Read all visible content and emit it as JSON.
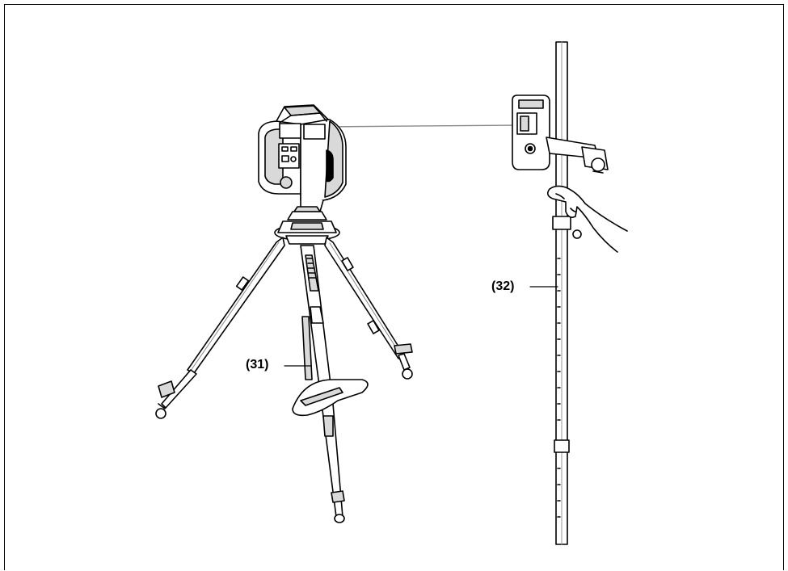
{
  "figure": {
    "callouts": [
      {
        "id": "31",
        "label": "(31)",
        "target": "tripod"
      },
      {
        "id": "32",
        "label": "(32)",
        "target": "leveling-staff"
      }
    ],
    "line_color": "#000000",
    "fill_color": "#ffffff",
    "shade_color": "#d9d9d9",
    "laser_beam_color": "#8a8a8a"
  }
}
